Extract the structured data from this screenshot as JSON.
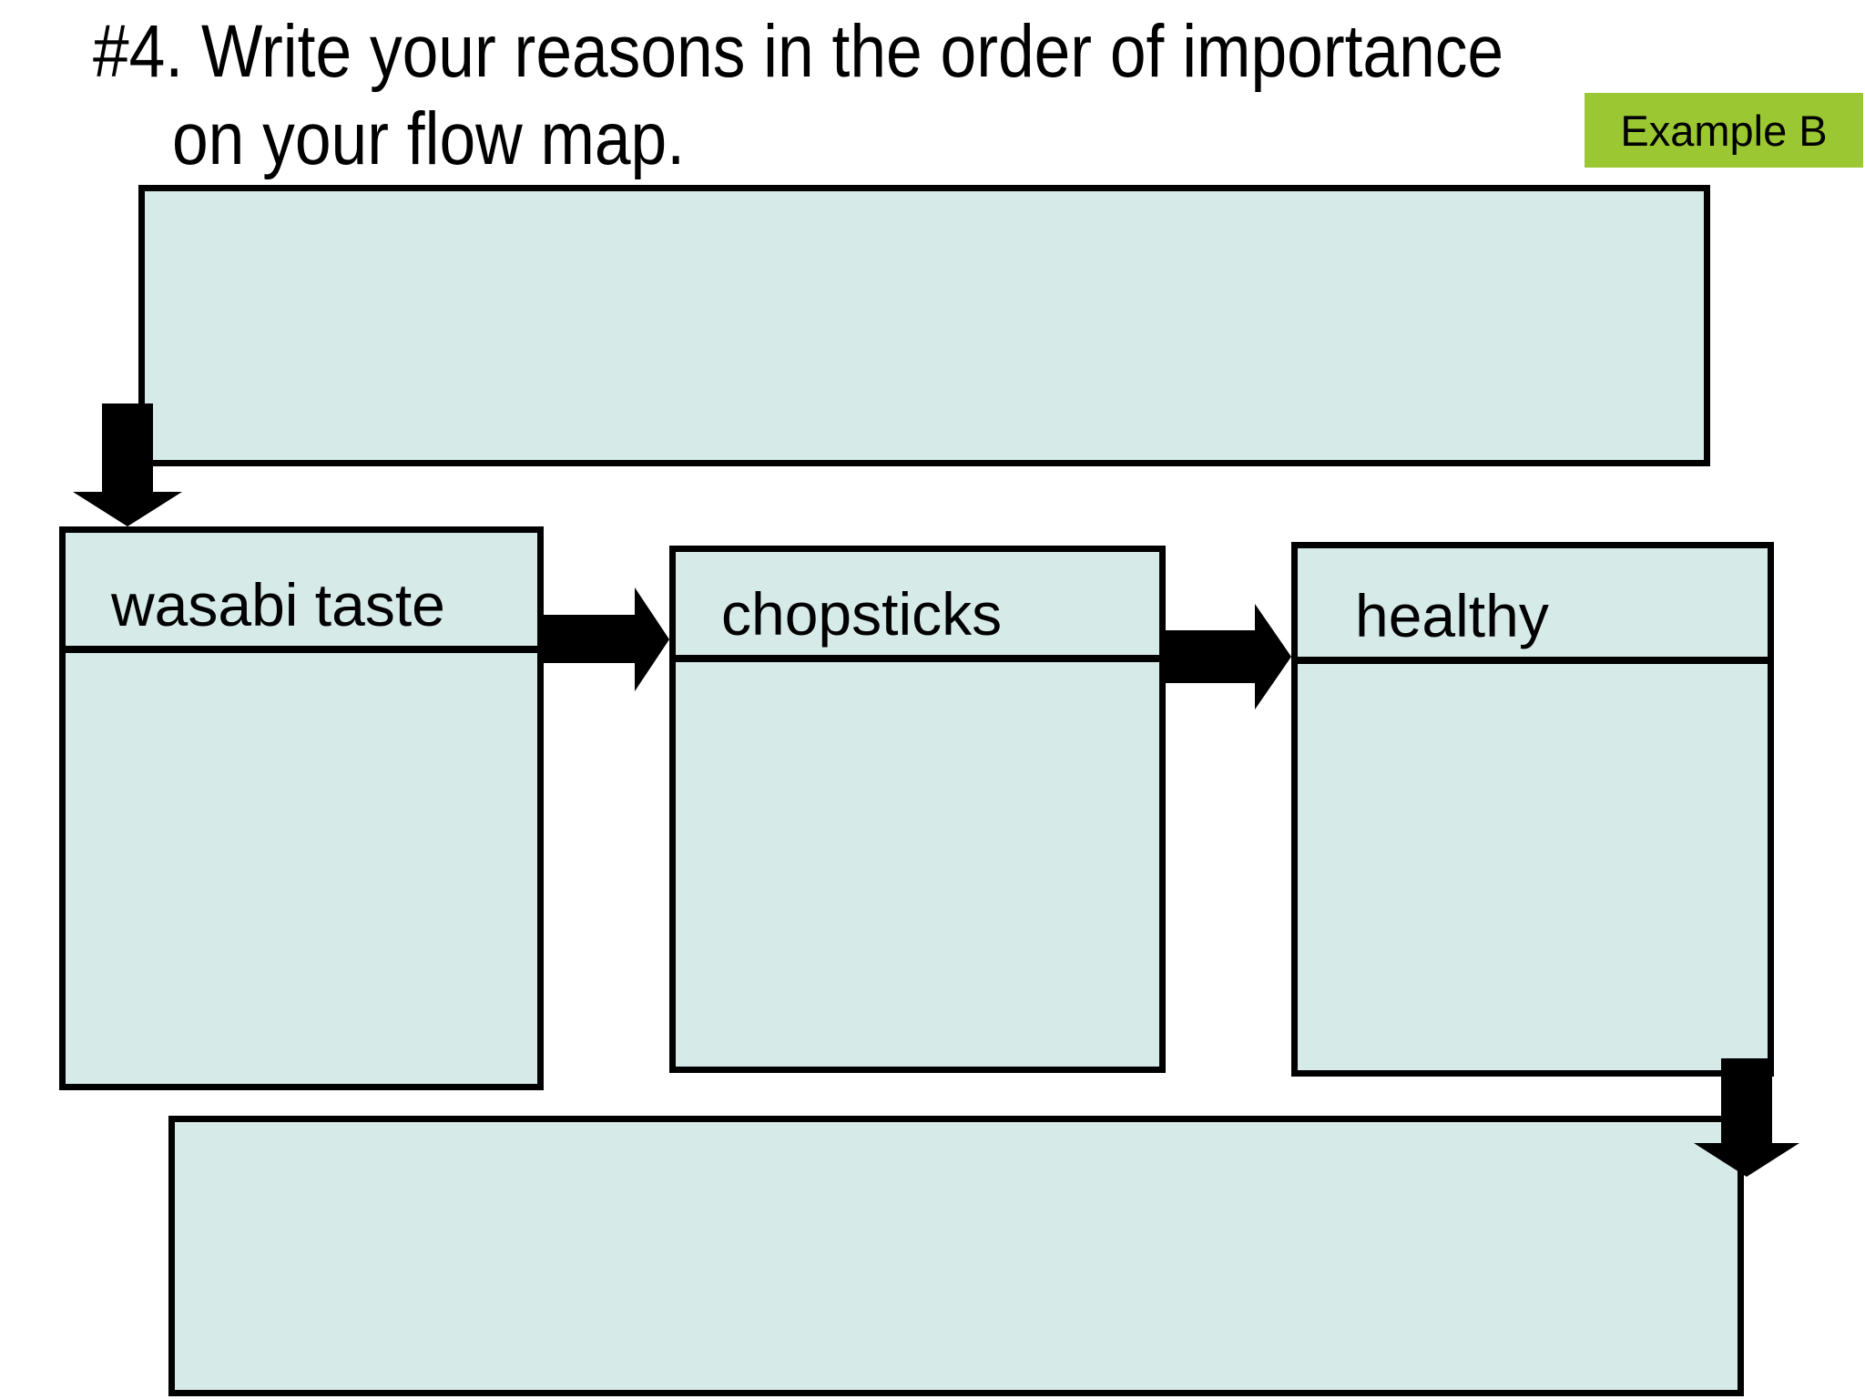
{
  "title": {
    "line1": "#4. Write your reasons in the order of importance",
    "line2": "on your flow map."
  },
  "badge": {
    "label": "Example B"
  },
  "flow_map": {
    "top_box": {
      "label": ""
    },
    "steps": [
      {
        "label": "wasabi taste"
      },
      {
        "label": "chopsticks"
      },
      {
        "label": "healthy"
      }
    ],
    "bottom_box": {
      "label": ""
    },
    "arrow_icons": [
      "arrow-down-icon",
      "arrow-right-icon",
      "arrow-right-icon",
      "arrow-down-icon"
    ]
  },
  "colors": {
    "background": "#ffffff",
    "box_fill": "#d6eae8",
    "border": "#000000",
    "badge_bg": "#9bc832",
    "text": "#000000"
  }
}
